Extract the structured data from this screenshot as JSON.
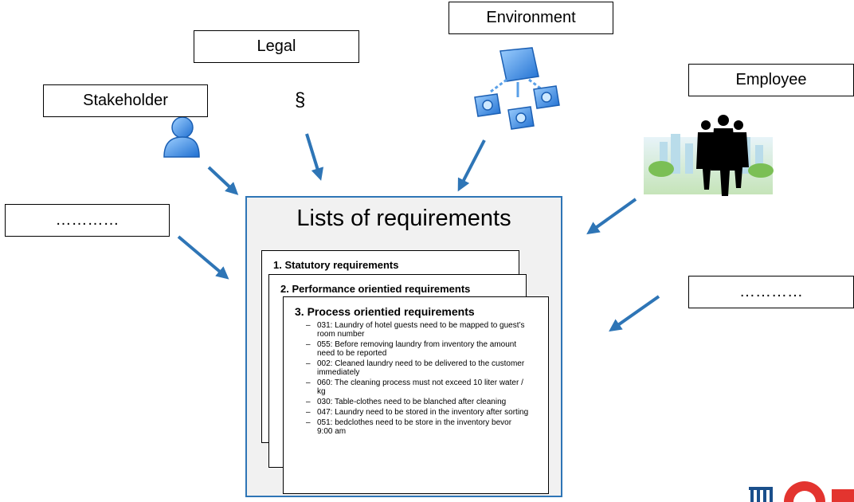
{
  "labels": {
    "legal": "Legal",
    "environment": "Environment",
    "employee": "Employee",
    "stakeholder": "Stakeholder",
    "left_placeholder": "…………",
    "right_placeholder": "…………"
  },
  "legal_symbol": "§",
  "main": {
    "title": "Lists of requirements",
    "sheets": [
      {
        "title": "1.  Statutory requirements"
      },
      {
        "title": "2.  Performance orientied requirements"
      },
      {
        "title": "3.  Process orientied requirements",
        "items": [
          "031: Laundry of hotel guests need to be mapped to guest’s room number",
          "055: Before removing laundry from inventory the amount need to be reported",
          "002: Cleaned laundry need to be delivered to the customer immediately",
          "060: The cleaning process must not exceed 10 liter water / kg",
          "030: Table-clothes need to be blanched after cleaning",
          "047: Laundry need to be stored in the inventory after sorting",
          "051: bedclothes need to be store in the inventory bevor 9:00 am"
        ]
      }
    ]
  },
  "icons": [
    "person-icon",
    "network-icon",
    "business-people-icon",
    "university-logo"
  ],
  "colors": {
    "arrow": "#2e75b6",
    "frame": "#2e75b6",
    "logo_red": "#e3342f"
  }
}
